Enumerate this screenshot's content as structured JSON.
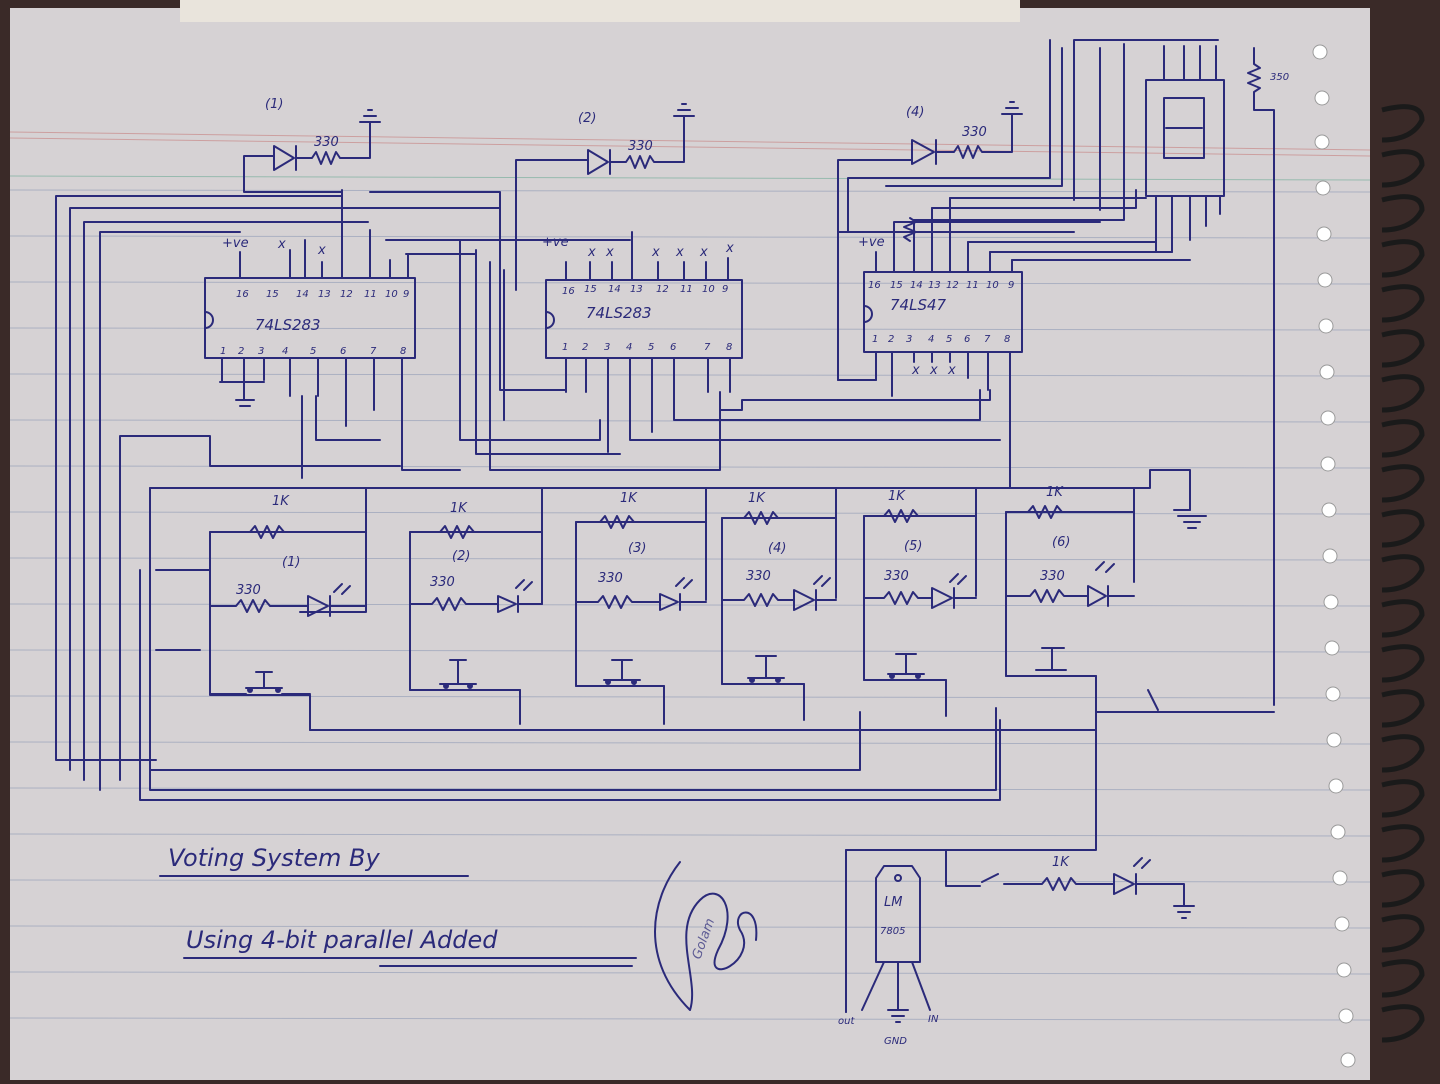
{
  "ics": {
    "adder1": {
      "part": "74LS283",
      "vcc": "+ve",
      "top_pins": [
        "16",
        "15",
        "14",
        "13",
        "12",
        "11",
        "10",
        "9"
      ],
      "bottom_pins": [
        "1",
        "2",
        "3",
        "4",
        "5",
        "6",
        "7",
        "8"
      ],
      "nc_marks": [
        "x",
        "x"
      ]
    },
    "adder2": {
      "part": "74LS283",
      "vcc": "+ve",
      "top_pins": [
        "16",
        "15",
        "14",
        "13",
        "12",
        "11",
        "10",
        "9"
      ],
      "bottom_pins": [
        "1",
        "2",
        "3",
        "4",
        "5",
        "6",
        "7",
        "8"
      ],
      "nc_marks": [
        "x",
        "x",
        "x",
        "x",
        "x",
        "x"
      ]
    },
    "decoder": {
      "part": "74LS47",
      "vcc": "+ve",
      "top_pins": [
        "16",
        "15",
        "14",
        "13",
        "12",
        "11",
        "10",
        "9"
      ],
      "bottom_pins": [
        "1",
        "2",
        "3",
        "4",
        "5",
        "6",
        "7",
        "8"
      ],
      "nc_marks": [
        "x",
        "x",
        "x"
      ]
    }
  },
  "indicators": [
    {
      "label": "(1)",
      "resistor": "330"
    },
    {
      "label": "(2)",
      "resistor": "330"
    },
    {
      "label": "(4)",
      "resistor": "330"
    }
  ],
  "display_resistor": "350",
  "voters": [
    {
      "label": "(1)",
      "r_pullup": "1K",
      "r_led": "330"
    },
    {
      "label": "(2)",
      "r_pullup": "1K",
      "r_led": "330"
    },
    {
      "label": "(3)",
      "r_pullup": "1K",
      "r_led": "330"
    },
    {
      "label": "(4)",
      "r_pullup": "1K",
      "r_led": "330"
    },
    {
      "label": "(5)",
      "r_pullup": "1K",
      "r_led": "330"
    },
    {
      "label": "(6)",
      "r_pullup": "1K",
      "r_led": "330"
    }
  ],
  "regulator": {
    "name": "LM",
    "part": "7805",
    "pin_out": "out",
    "pin_gnd": "GND",
    "pin_in": "IN",
    "status_resistor": "1K"
  },
  "title_line1": "Voting System By",
  "title_line2": "Using 4-bit parallel Added",
  "signature": "Golam",
  "colors": {
    "ink": "#2b2a7a",
    "paper": "#d8d4d6",
    "rule_blue": "#8a97b8",
    "rule_red": "#c98a8a"
  }
}
